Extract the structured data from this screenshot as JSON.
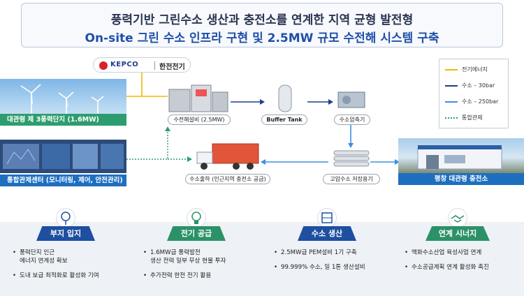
{
  "title": {
    "line1": "풍력기반 그린수소 생산과 충전소를 연계한 지역 균형 발전형",
    "line2": "On-site 그린 수소 인프라 구현 및 2.5MW 규모 수전해 시스템 구축"
  },
  "logo": {
    "word": "KEPCO",
    "name": "한전전기"
  },
  "sites": {
    "wind_farm": "대관령 제 3풍력단지 (1.6MW)",
    "control_center": "통합관제센터 (모니터링, 제어, 안전관리)",
    "charging_station": "평창 대관령 충전소"
  },
  "equipment": {
    "electrolysis": "수전해설비 (2.5MW)",
    "buffer_tank": "Buffer Tank",
    "compressor": "수소압축기",
    "storage": "고압수소 저장용기",
    "shipping": "수소출하 (인근지역 충전소 공급)"
  },
  "legend": [
    {
      "label": "전기에너지",
      "color": "#f2b705",
      "style": "solid"
    },
    {
      "label": "수소 – 30bar",
      "color": "#1d3f8e",
      "style": "solid"
    },
    {
      "label": "수소 – 250bar",
      "color": "#3b8fe0",
      "style": "solid"
    },
    {
      "label": "통합관제",
      "color": "#2d9d6f",
      "style": "dotted"
    }
  ],
  "columns": [
    {
      "tab": "부지 입지",
      "icon": "tree-icon",
      "style": "blue",
      "items": [
        "풍력단지 인근\n에너지 연계성 확보",
        "도내 보급 최적화로 활성화 기여"
      ]
    },
    {
      "tab": "전기 공급",
      "icon": "lightbulb-icon",
      "style": "green",
      "items": [
        "1.6MW급 풍력발전\n생산 전력 일부 무상 현물 투자",
        "추가전력 한전 전기 활용"
      ]
    },
    {
      "tab": "수소 생산",
      "icon": "hydrogen-icon",
      "style": "blue",
      "items": [
        "2.5MW급 PEM설비 1기 구축",
        "99.999% 수소, 일 1톤 생산설비"
      ]
    },
    {
      "tab": "연계 시너지",
      "icon": "handshake-icon",
      "style": "green",
      "items": [
        "액화수소산업 육성사업 연계",
        "수소공급계획 연계 활성화 촉진"
      ]
    }
  ]
}
